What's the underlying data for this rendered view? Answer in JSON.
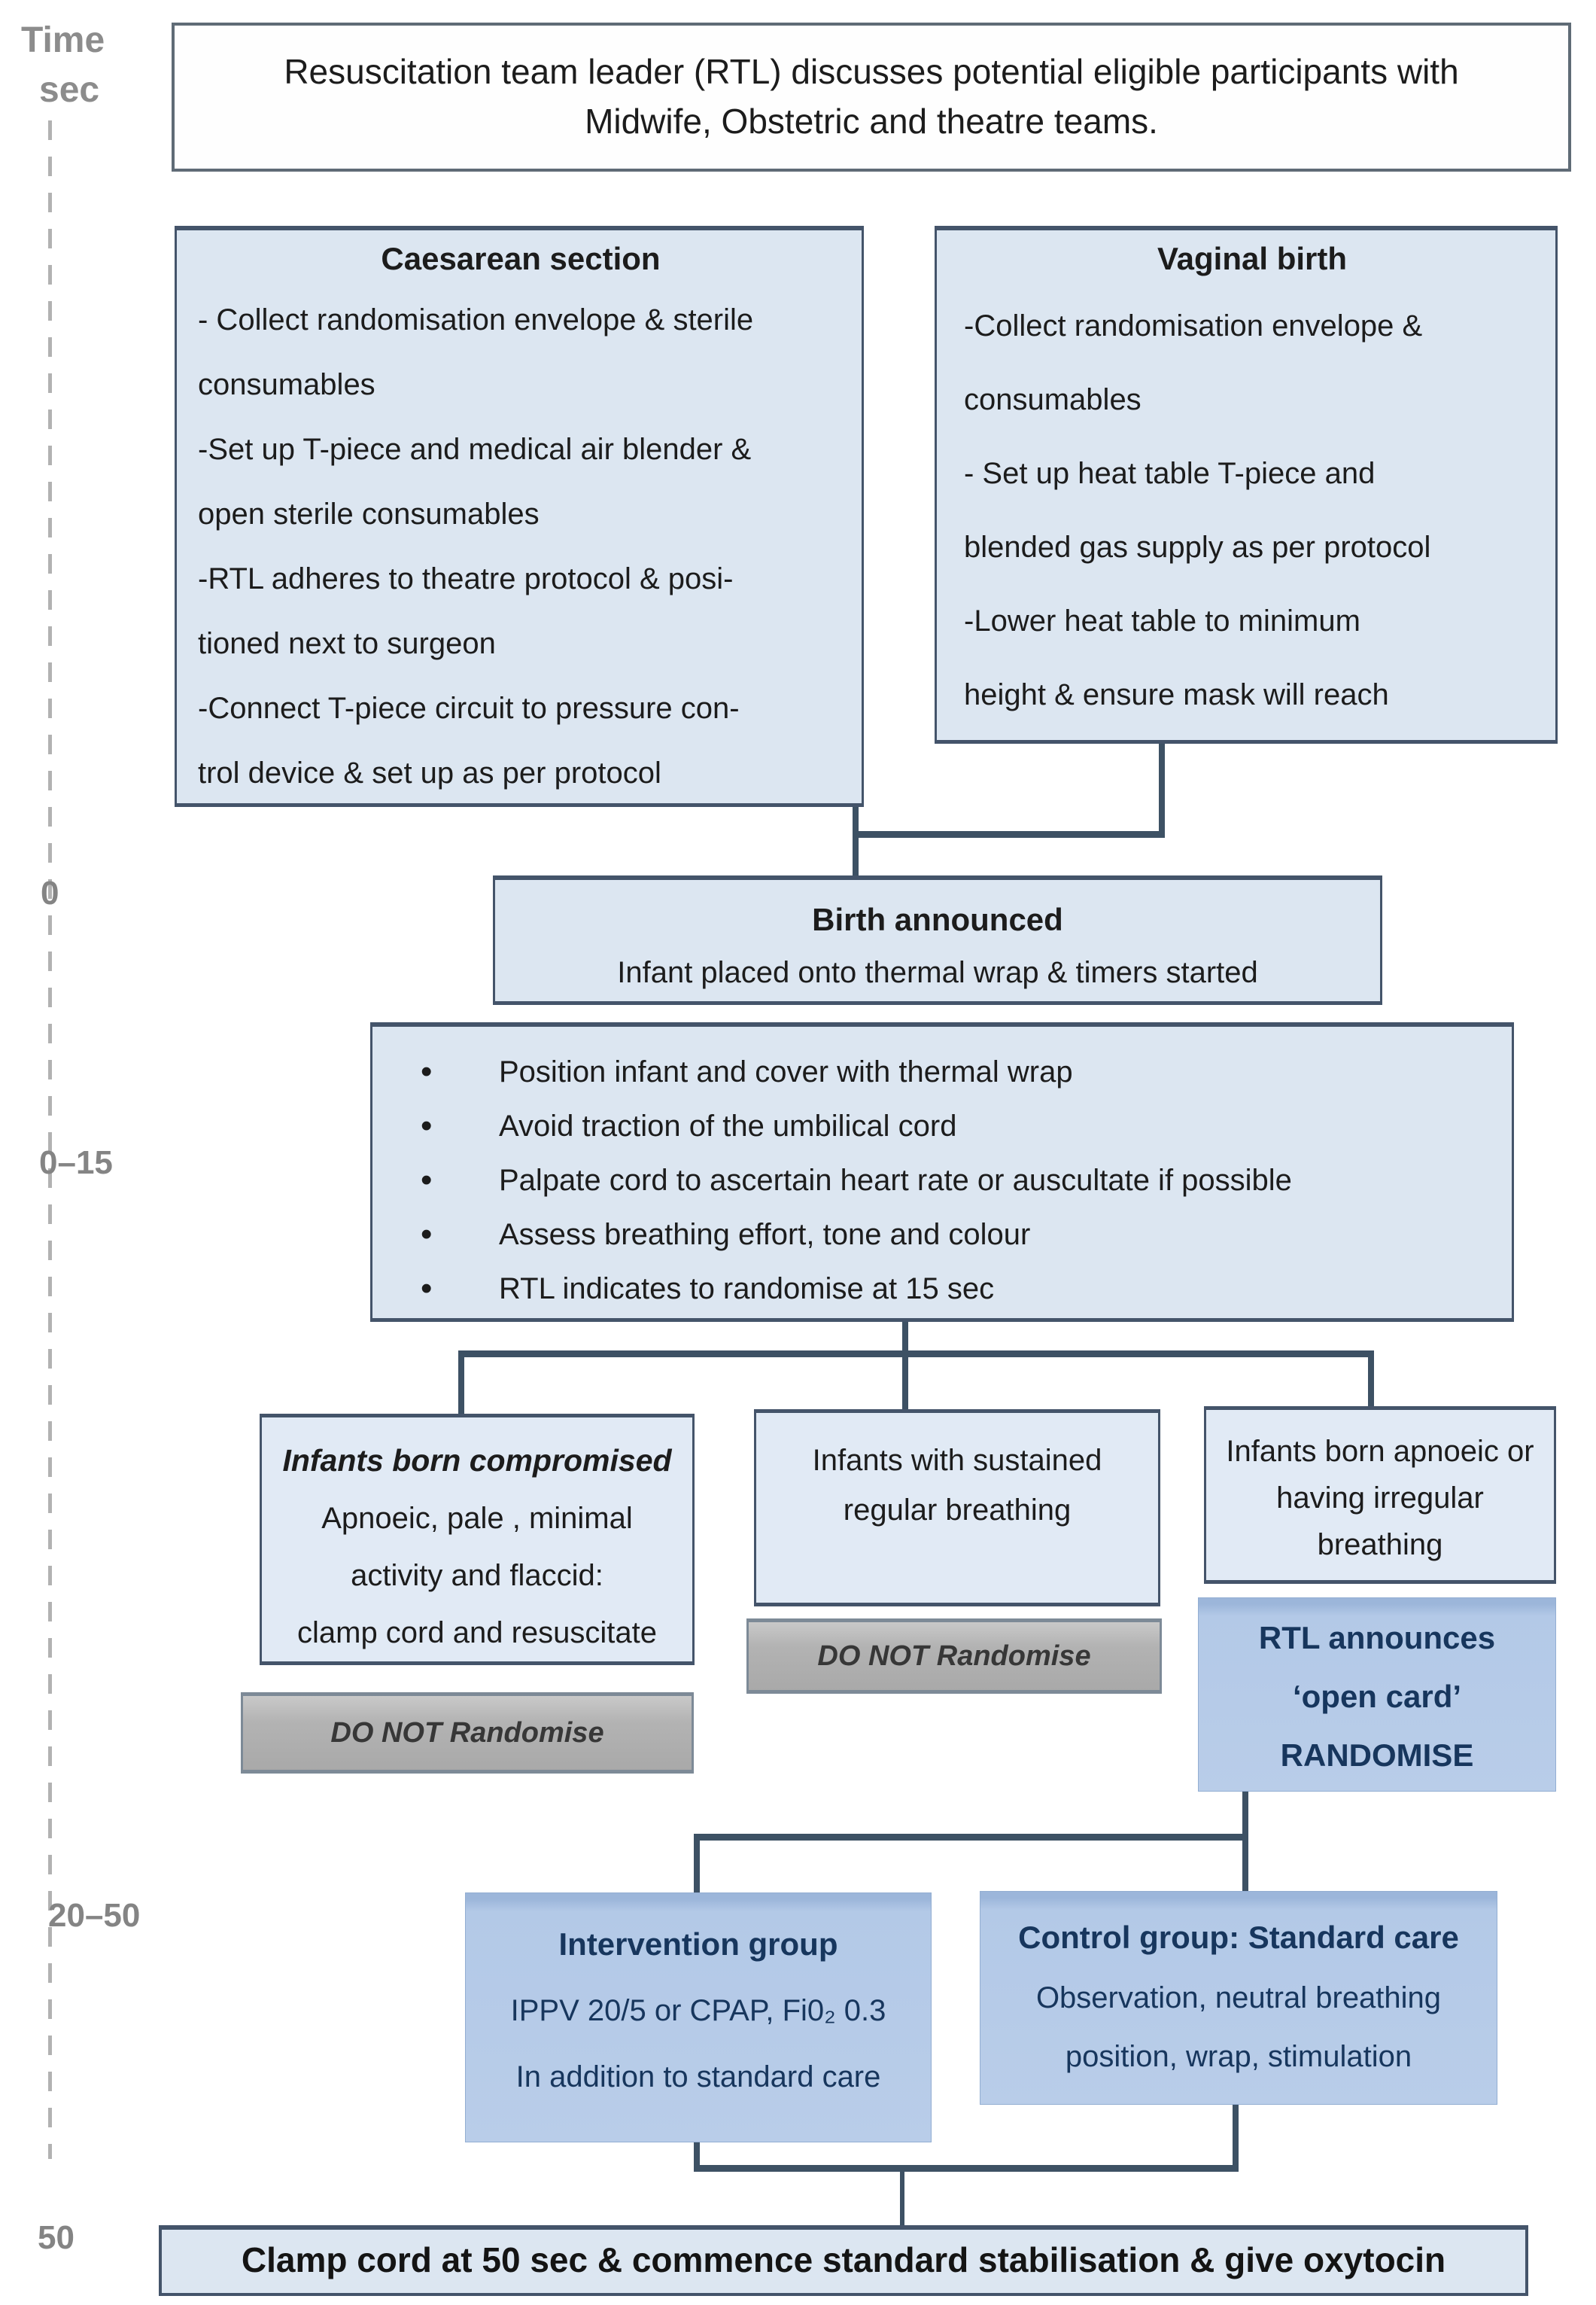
{
  "timeline": {
    "heading_line1": "Time",
    "heading_line2": "sec",
    "marks": [
      "0",
      "0–15",
      "20–50",
      "50"
    ]
  },
  "header": {
    "lines": [
      "Resuscitation team leader (RTL) discusses potential eligible participants with",
      "Midwife, Obstetric and theatre teams."
    ]
  },
  "caesarean": {
    "title": "Caesarean section",
    "lines": [
      "- Collect randomisation envelope & sterile",
      "consumables",
      "-Set up T-piece and medical air blender &",
      "open sterile consumables",
      "-RTL adheres to theatre protocol & posi-",
      "tioned next to surgeon",
      "-Connect T-piece circuit to pressure con-",
      "trol device & set up as per protocol"
    ]
  },
  "vaginal": {
    "title": "Vaginal birth",
    "lines": [
      "-Collect  randomisation envelope &",
      "consumables",
      "- Set up heat table T-piece and",
      "blended gas supply as per protocol",
      "-Lower heat table to minimum",
      "height & ensure mask will reach"
    ]
  },
  "birth": {
    "title": "Birth announced",
    "subtitle": "Infant placed onto thermal wrap & timers started"
  },
  "assessment": {
    "bullets": [
      "Position infant and cover with thermal wrap",
      "Avoid traction of the umbilical cord",
      "Palpate cord to ascertain heart rate or auscultate if possible",
      "Assess breathing effort, tone and colour",
      "RTL indicates to randomise at 15 sec"
    ]
  },
  "branches": {
    "compromised": {
      "title": "Infants born compromised",
      "lines": [
        "Apnoeic, pale , minimal",
        "activity and flaccid:",
        "clamp cord and resuscitate"
      ],
      "flag": "DO NOT Randomise"
    },
    "breathing": {
      "lines": [
        "Infants with sustained",
        "regular breathing"
      ],
      "flag": "DO NOT Randomise"
    },
    "apnoeic": {
      "lines": [
        "Infants born apnoeic or",
        "having irregular",
        "breathing"
      ]
    }
  },
  "randomise": {
    "lines": [
      "RTL announces",
      "‘open card’",
      "RANDOMISE"
    ]
  },
  "groups": {
    "intervention": {
      "title": "Intervention group",
      "lines": [
        "IPPV  20/5 or CPAP, Fi0₂ 0.3",
        "In addition to standard care"
      ]
    },
    "control": {
      "title": "Control group: Standard care",
      "lines": [
        "Observation, neutral breathing",
        "position, wrap, stimulation"
      ]
    }
  },
  "final": {
    "text": "Clamp cord at 50 sec & commence standard stabilisation & give oxytocin"
  },
  "colors": {
    "light_blue": "#dce6f1",
    "medium_blue": "#b3c9e7",
    "gray_flag": "#b3b3b3",
    "box_border": "#44546a",
    "navy_text": "#17365d",
    "connector": "#3d5164",
    "timeline_gray": "#848484"
  }
}
